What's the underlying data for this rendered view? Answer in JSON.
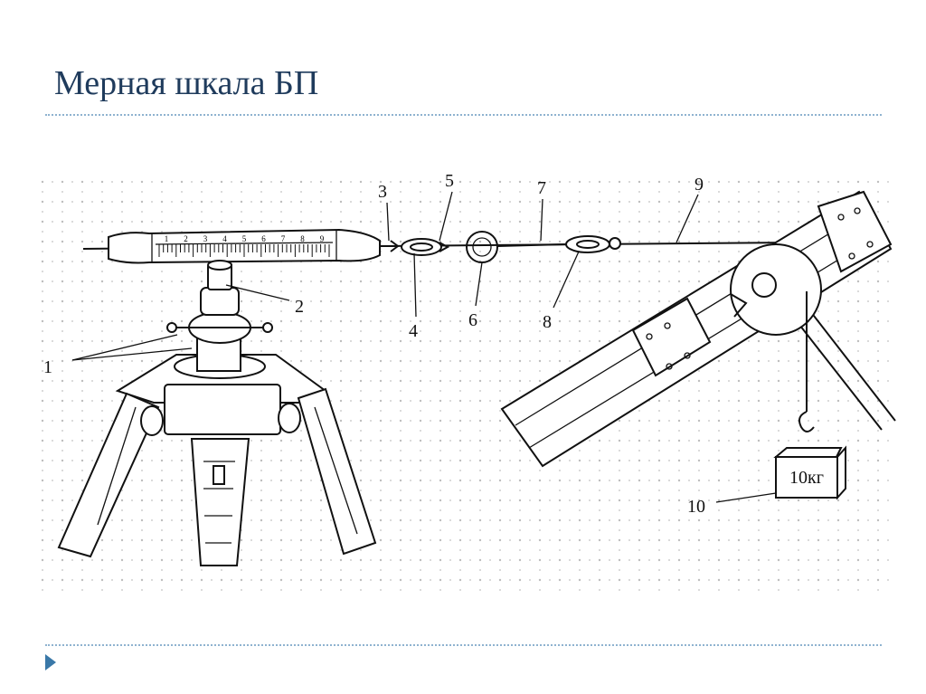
{
  "slide": {
    "title": "Мерная шкала БП"
  },
  "diagram": {
    "callouts": [
      "1",
      "2",
      "3",
      "4",
      "5",
      "6",
      "7",
      "8",
      "9",
      "10"
    ],
    "weight_label": "10кг",
    "scale_digits": [
      "1",
      "2",
      "3",
      "4",
      "5",
      "6",
      "7",
      "8",
      "9"
    ]
  }
}
